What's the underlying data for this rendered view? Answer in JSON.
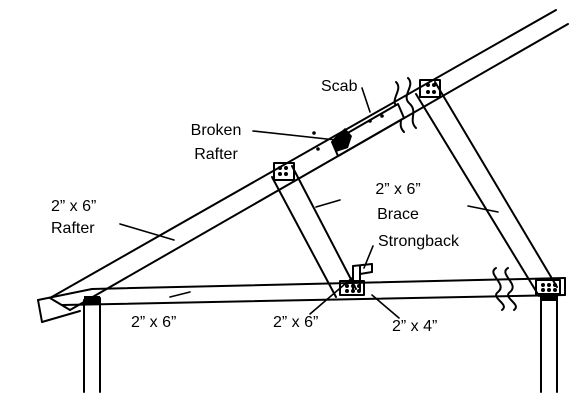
{
  "labels": {
    "scab": "Scab",
    "broken_rafter_1": "Broken",
    "broken_rafter_2": "Rafter",
    "rafter_size": "2” x 6”",
    "rafter": "Rafter",
    "brace_size": "2” x 6”",
    "brace": "Brace",
    "strongback": "Strongback",
    "joist_size": "2” x 6”",
    "strongback_size_6": "2” x 6”",
    "strongback_size_4": "2” x 4”"
  },
  "colors": {
    "line": "#000000",
    "background": "#ffffff"
  }
}
